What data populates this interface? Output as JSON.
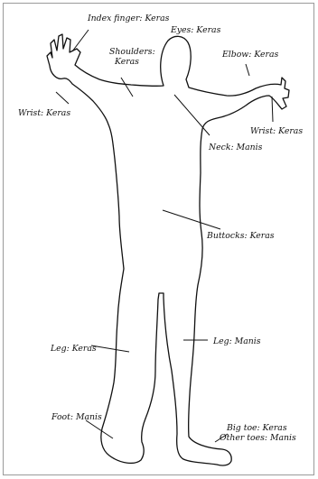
{
  "labels": {
    "index_finger": "Index finger: Keras",
    "eyes": "Eyes: Keras",
    "shoulders_line1": "Shoulders:",
    "shoulders_line2": "Keras",
    "elbow": "Elbow: Keras",
    "wrist_left": "Wrist: Keras",
    "wrist_right": "Wrist: Keras",
    "neck": "Neck: Manis",
    "buttocks": "Buttocks: Keras",
    "leg_left": "Leg: Keras",
    "leg_right": "Leg: Manis",
    "foot": "Foot: Manis",
    "big_toe": "Big toe: Keras",
    "other_toes": "Other toes: Manis"
  },
  "colors": {
    "outline": "#111111",
    "leader": "#111111",
    "frame": "#9a9a9a"
  }
}
